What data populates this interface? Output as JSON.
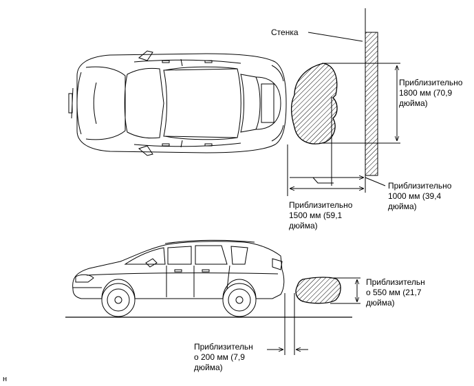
{
  "labels": {
    "wall": "Стенка",
    "width_area": [
      "Приблизительно",
      "1800 мм (70,9",
      "дюйма)"
    ],
    "dist_near": [
      "Приблизительно",
      "1000 мм (39,4",
      "дюйма)"
    ],
    "dist_far": [
      "Приблизительно",
      "1500 мм (59,1",
      "дюйма)"
    ],
    "height_area": [
      "Приблизительн",
      "о 550 мм (21,7",
      "дюйма)"
    ],
    "ground_gap": [
      "Приблизительн",
      "о 200 мм (7,9",
      "дюйма)"
    ],
    "corner_mark": "н"
  }
}
